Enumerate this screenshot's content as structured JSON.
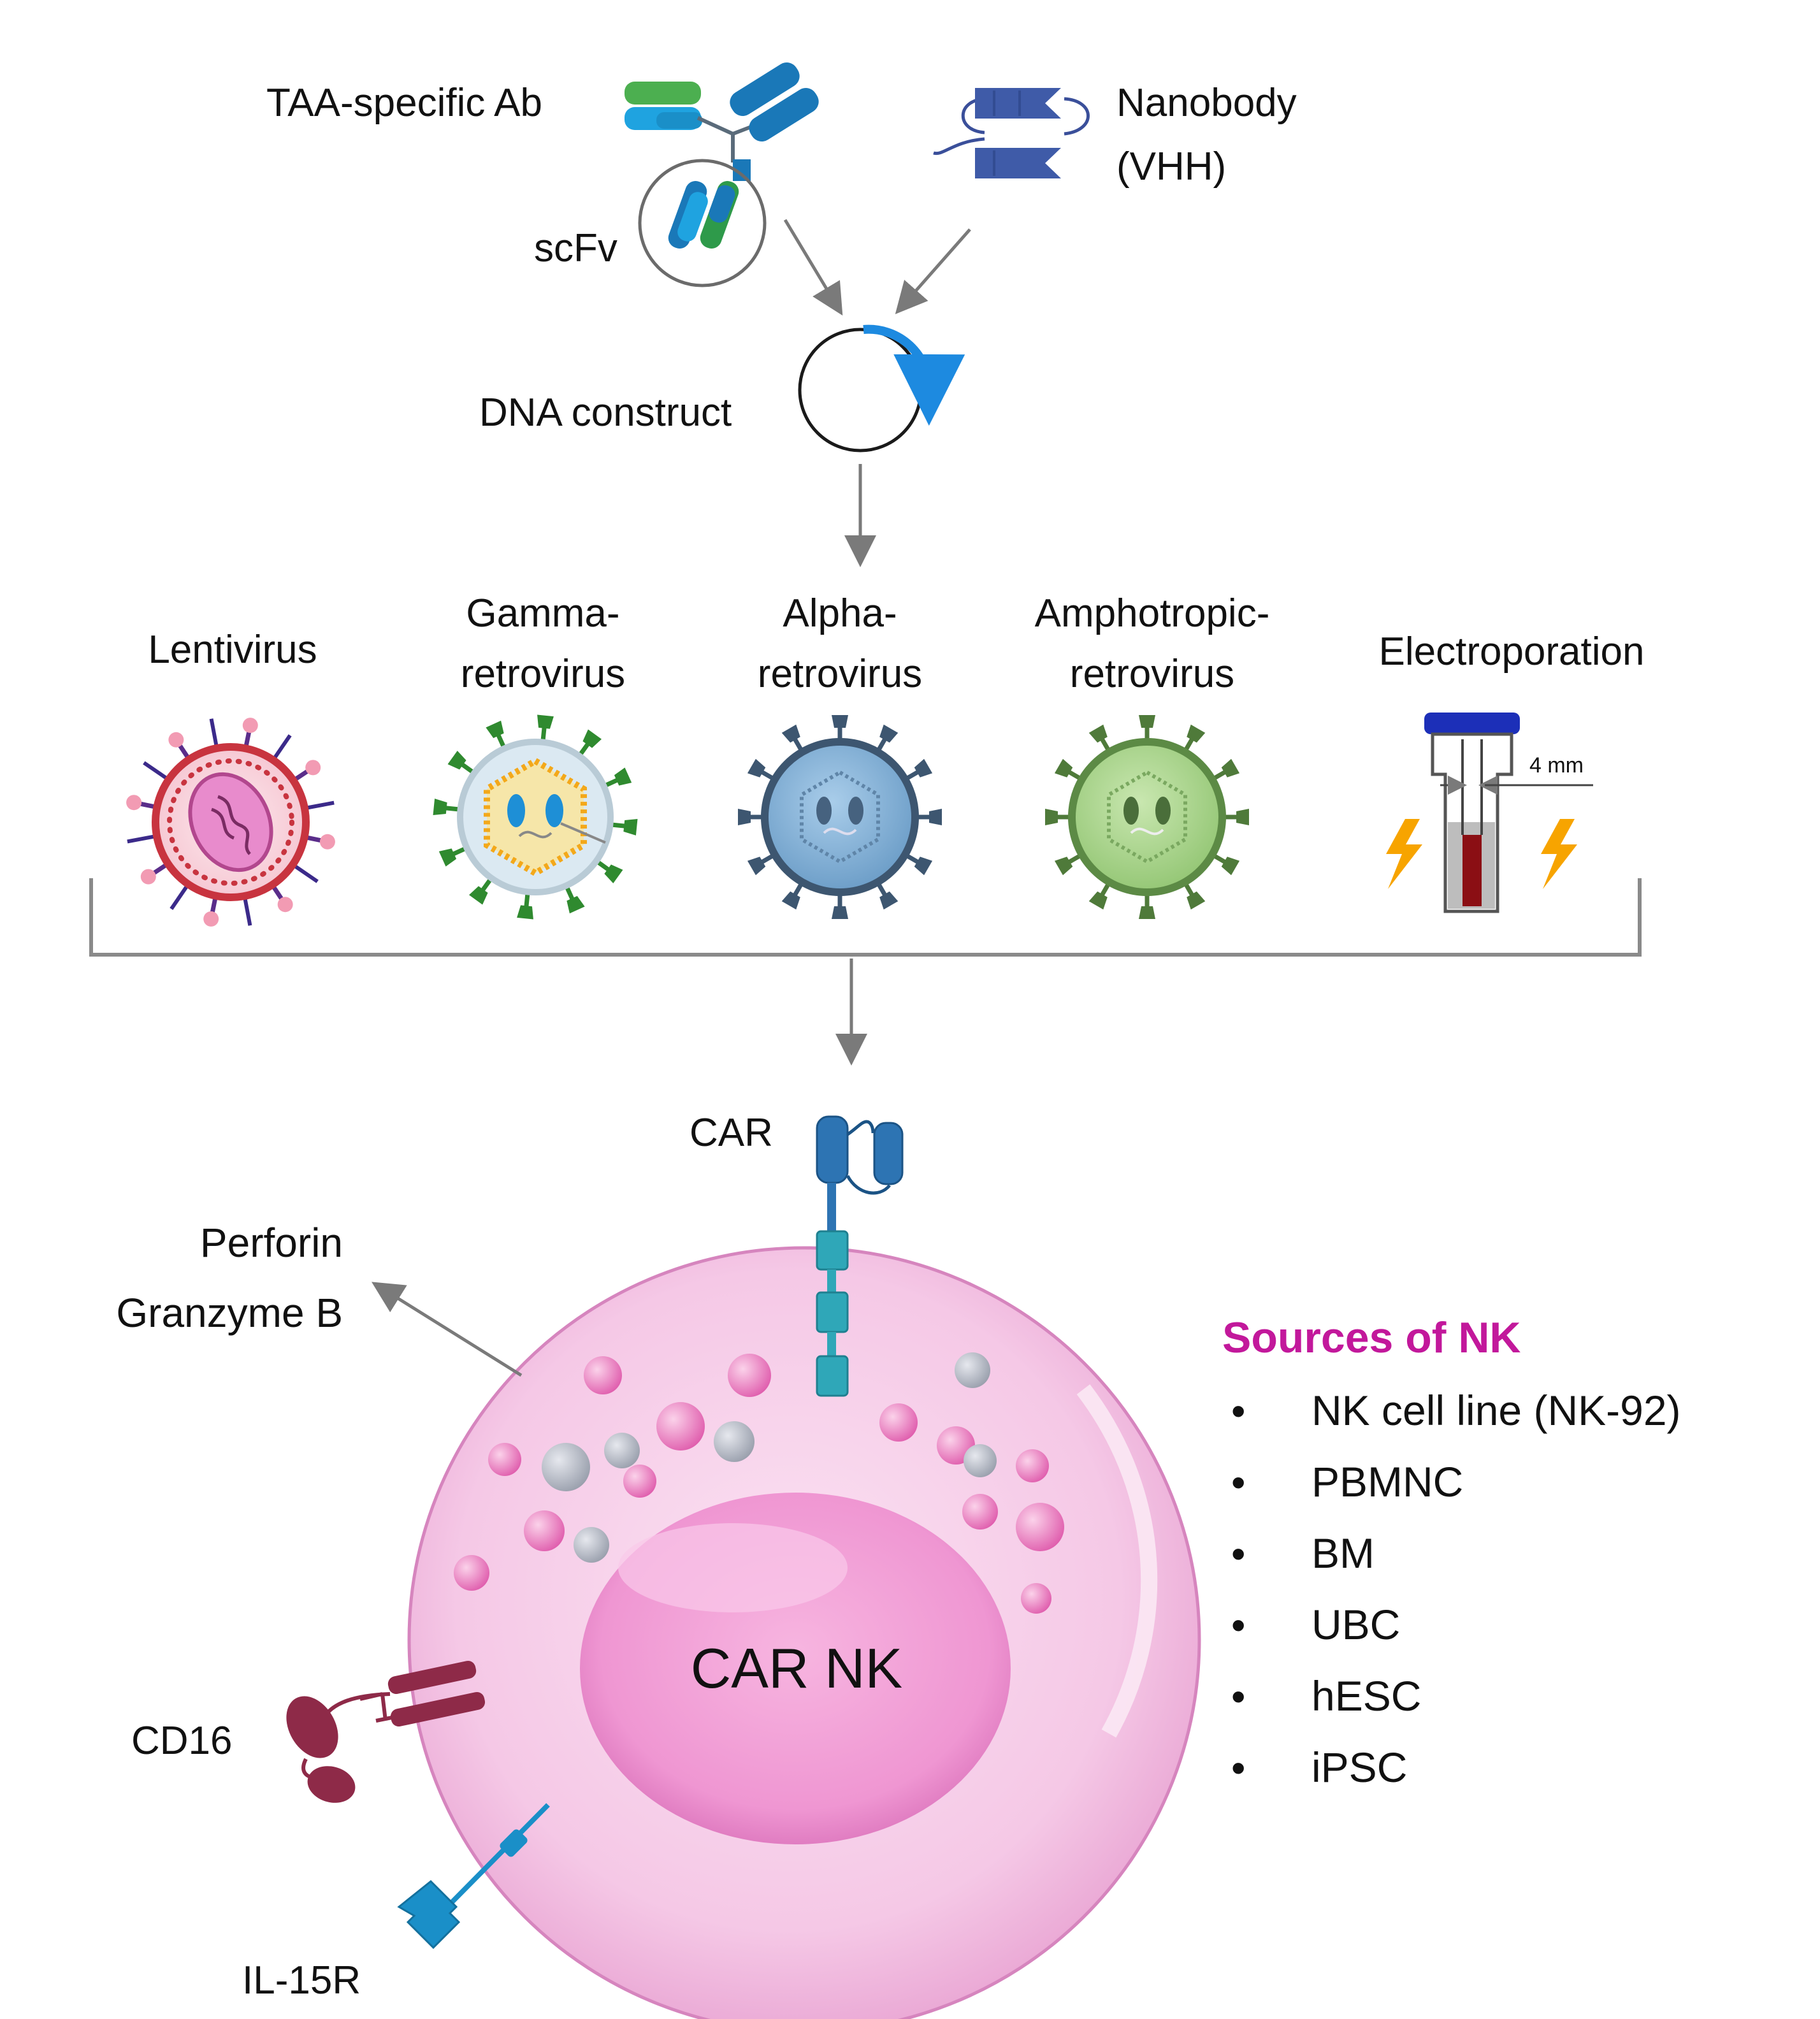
{
  "inputs": {
    "antibody_label": "TAA-specific Ab",
    "scfv_label": "scFv",
    "nanobody_label_1": "Nanobody",
    "nanobody_label_2": "(VHH)",
    "dna_label": "DNA construct"
  },
  "methods": [
    {
      "line1": "Lentivirus",
      "line2": "",
      "icon": "lentivirus-icon",
      "color": "#c8343f"
    },
    {
      "line1": "Gamma-",
      "line2": "retrovirus",
      "icon": "gammaretrovirus-icon",
      "color": "#2f8a2f"
    },
    {
      "line1": "Alpha-",
      "line2": "retrovirus",
      "icon": "alpharetrovirus-icon",
      "color": "#4a6b8a"
    },
    {
      "line1": "Amphotropic-",
      "line2": "retrovirus",
      "icon": "amphotropic-retrovirus-icon",
      "color": "#4f7a3a"
    },
    {
      "line1": "Electroporation",
      "line2": "",
      "icon": "electroporation-cuvette-icon",
      "color": "#1c2fb8"
    }
  ],
  "cuvette_gap_label": "4 mm",
  "cell": {
    "car_label": "CAR",
    "perforin_label": "Perforin",
    "granzyme_label": "Granzyme B",
    "center_label": "CAR NK",
    "cd16_label": "CD16",
    "il15r_label": "IL-15R"
  },
  "sources": {
    "title": "Sources of NK",
    "title_color": "#c2189b",
    "items": [
      "NK cell line (NK-92)",
      "PBMNC",
      "BM",
      "UBC",
      "hESC",
      "iPSC"
    ],
    "bullet": "•"
  }
}
